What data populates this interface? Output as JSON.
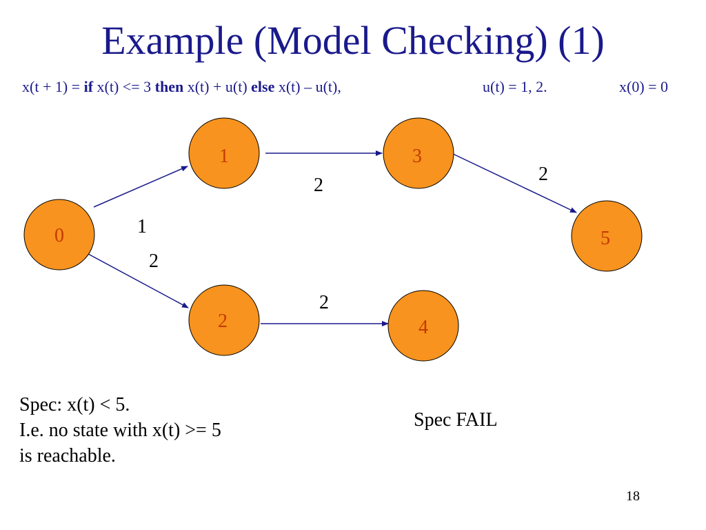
{
  "title": "Example (Model Checking) (1)",
  "formula": {
    "part1": "x(t + 1) = ",
    "kw_if": "if",
    "part2": " x(t) <= 3 ",
    "kw_then": "then",
    "part3": " x(t) + u(t) ",
    "kw_else": "else",
    "part4": " x(t) – u(t),",
    "inputs": "u(t) = 1, 2.",
    "initial": "x(0) = 0"
  },
  "colors": {
    "title": "#1a1a8c",
    "node_fill": "#f7931e",
    "node_stroke": "#000000",
    "node_label": "#c43a00",
    "edge": "#1a1a8c"
  },
  "nodes": [
    {
      "id": "0",
      "label": "0"
    },
    {
      "id": "1",
      "label": "1"
    },
    {
      "id": "2",
      "label": "2"
    },
    {
      "id": "3",
      "label": "3"
    },
    {
      "id": "4",
      "label": "4"
    },
    {
      "id": "5",
      "label": "5"
    }
  ],
  "edges": [
    {
      "from": "0",
      "to": "1",
      "label": "1"
    },
    {
      "from": "0",
      "to": "2",
      "label": "2"
    },
    {
      "from": "1",
      "to": "3",
      "label": "2"
    },
    {
      "from": "2",
      "to": "4",
      "label": "2"
    },
    {
      "from": "3",
      "to": "5",
      "label": "2"
    }
  ],
  "spec": {
    "line1": "Spec: x(t) < 5.",
    "line2": "I.e. no state with x(t) >= 5",
    "line3": "is reachable."
  },
  "result": "Spec FAIL",
  "page_number": "18"
}
